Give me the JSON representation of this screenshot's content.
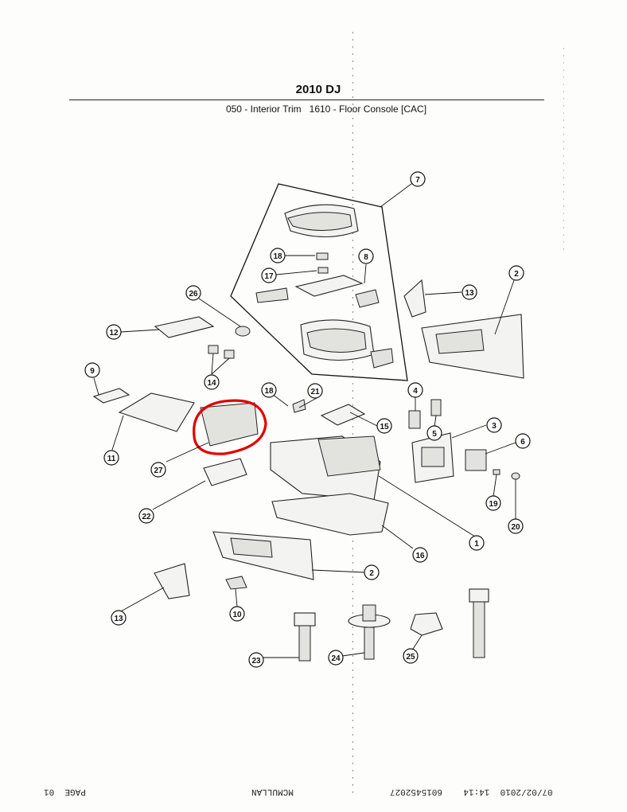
{
  "header": {
    "title": "2010 DJ",
    "group": "050 - Interior Trim",
    "section": "1610 - Floor Console [CAC]"
  },
  "diagram": {
    "callouts": [
      "7",
      "18",
      "17",
      "8",
      "13",
      "2",
      "26",
      "12",
      "14",
      "9",
      "11",
      "27",
      "18",
      "21",
      "15",
      "4",
      "5",
      "3",
      "6",
      "19",
      "20",
      "1",
      "22",
      "16",
      "2",
      "13",
      "10",
      "23",
      "24",
      "25"
    ],
    "highlight_color": "#e00000"
  },
  "footer": {
    "fax_stamp": "07/02/2010  14:14    6015452027",
    "sender": "MCMULLAN",
    "page": "PAGE  01"
  }
}
